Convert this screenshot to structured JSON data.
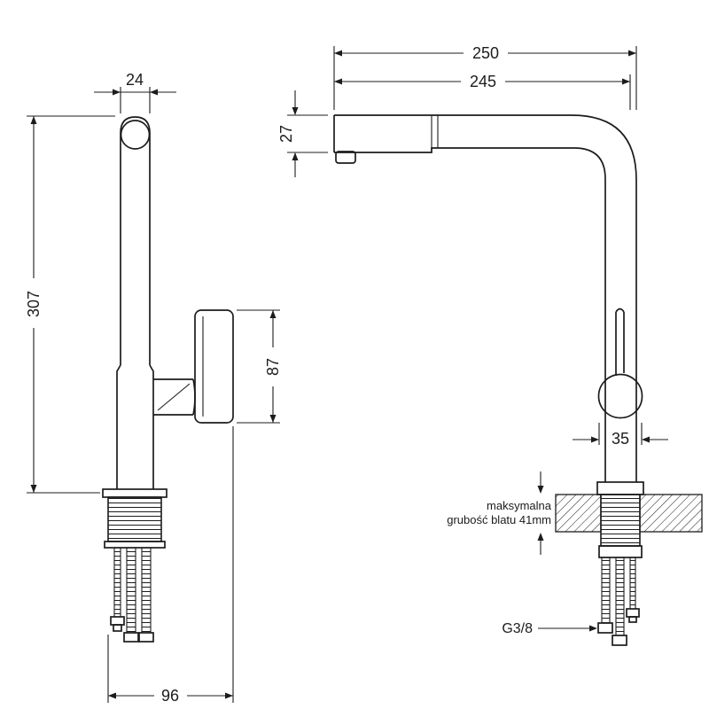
{
  "drawing": {
    "line_color": "#1c1c1c",
    "background": "#ffffff"
  },
  "left_view": {
    "dims": {
      "spout_width": "24",
      "total_height": "307",
      "handle_height": "87",
      "base_depth": "96"
    }
  },
  "right_view": {
    "dims": {
      "reach_outer": "250",
      "reach_inner": "245",
      "spout_height": "27",
      "body_width": "35"
    },
    "counter_note": {
      "line1": "maksymalna",
      "line2": "grubość blatu 41mm"
    },
    "thread_label": "G3/8"
  }
}
